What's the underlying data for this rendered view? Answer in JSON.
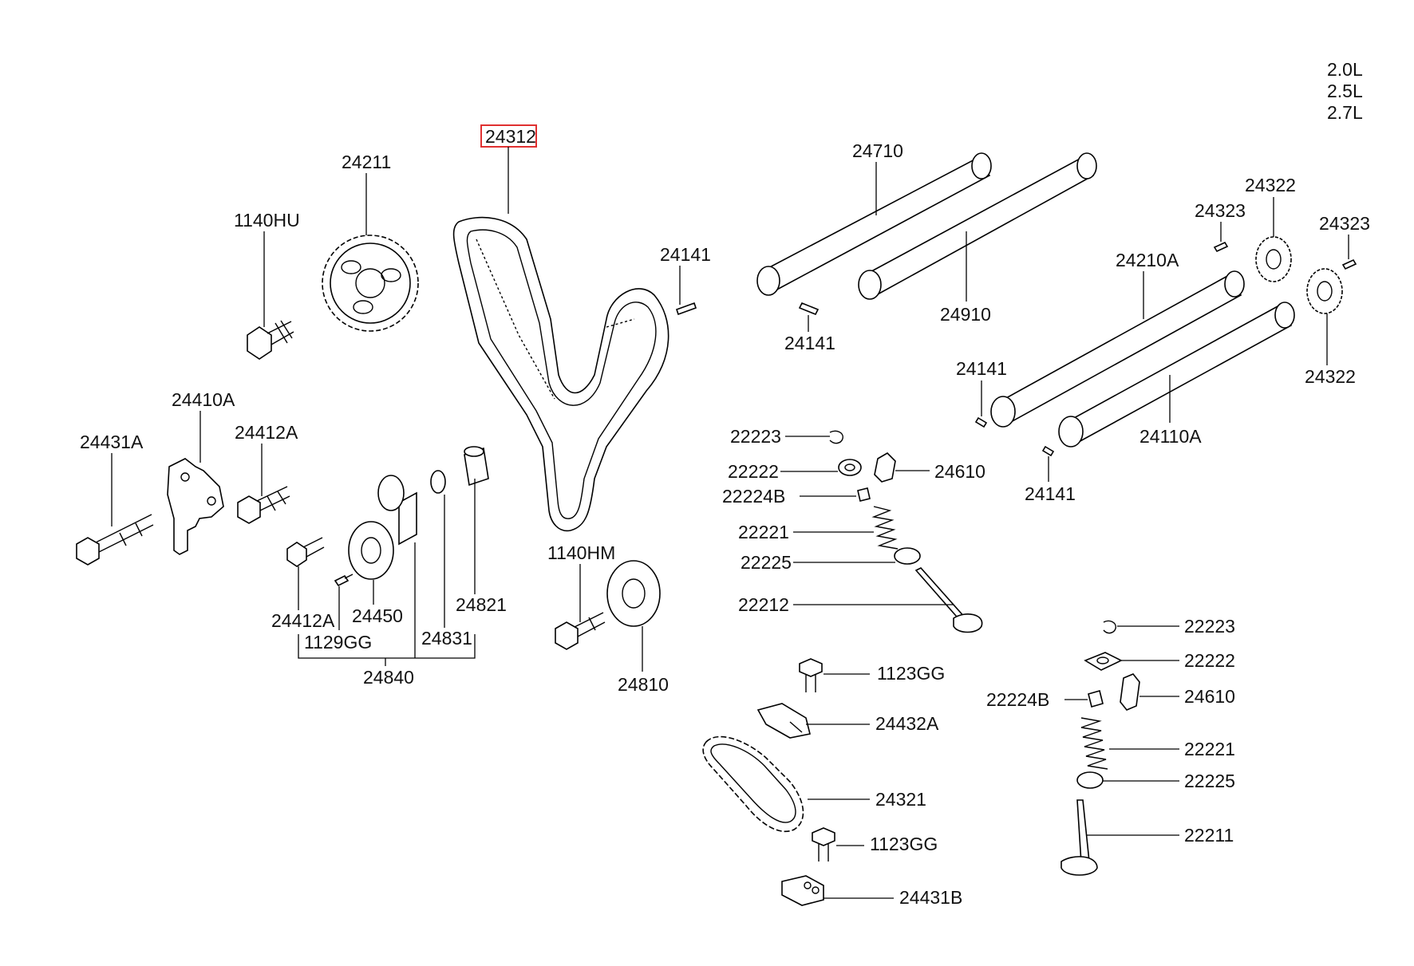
{
  "variants": [
    "2.0L",
    "2.5L",
    "2.7L"
  ],
  "highlighted_part": "24312",
  "labels": {
    "p24312": "24312",
    "p24211": "24211",
    "p1140HU": "1140HU",
    "p24141_a": "24141",
    "p24710": "24710",
    "p24910": "24910",
    "p24141_b": "24141",
    "p24323_a": "24323",
    "p24322_a": "24322",
    "p24323_b": "24323",
    "p24210A": "24210A",
    "p24322_b": "24322",
    "p24141_c": "24141",
    "p24110A": "24110A",
    "p24141_d": "24141",
    "p24410A": "24410A",
    "p24412A_a": "24412A",
    "p24431A": "24431A",
    "p22223_a": "22223",
    "p22222_a": "22222",
    "p24610_a": "24610",
    "p22224B_a": "22224B",
    "p22221_a": "22221",
    "p22225_a": "22225",
    "p22212": "22212",
    "p1140HM": "1140HM",
    "p24821": "24821",
    "p24412A_b": "24412A",
    "p24450": "24450",
    "p1129GG": "1129GG",
    "p24831": "24831",
    "p24840": "24840",
    "p24810": "24810",
    "p1123GG_a": "1123GG",
    "p24432A": "24432A",
    "p24321": "24321",
    "p1123GG_b": "1123GG",
    "p24431B": "24431B",
    "p22223_b": "22223",
    "p22222_b": "22222",
    "p22224B_b": "22224B",
    "p24610_b": "24610",
    "p22221_b": "22221",
    "p22225_b": "22225",
    "p22211": "22211"
  }
}
